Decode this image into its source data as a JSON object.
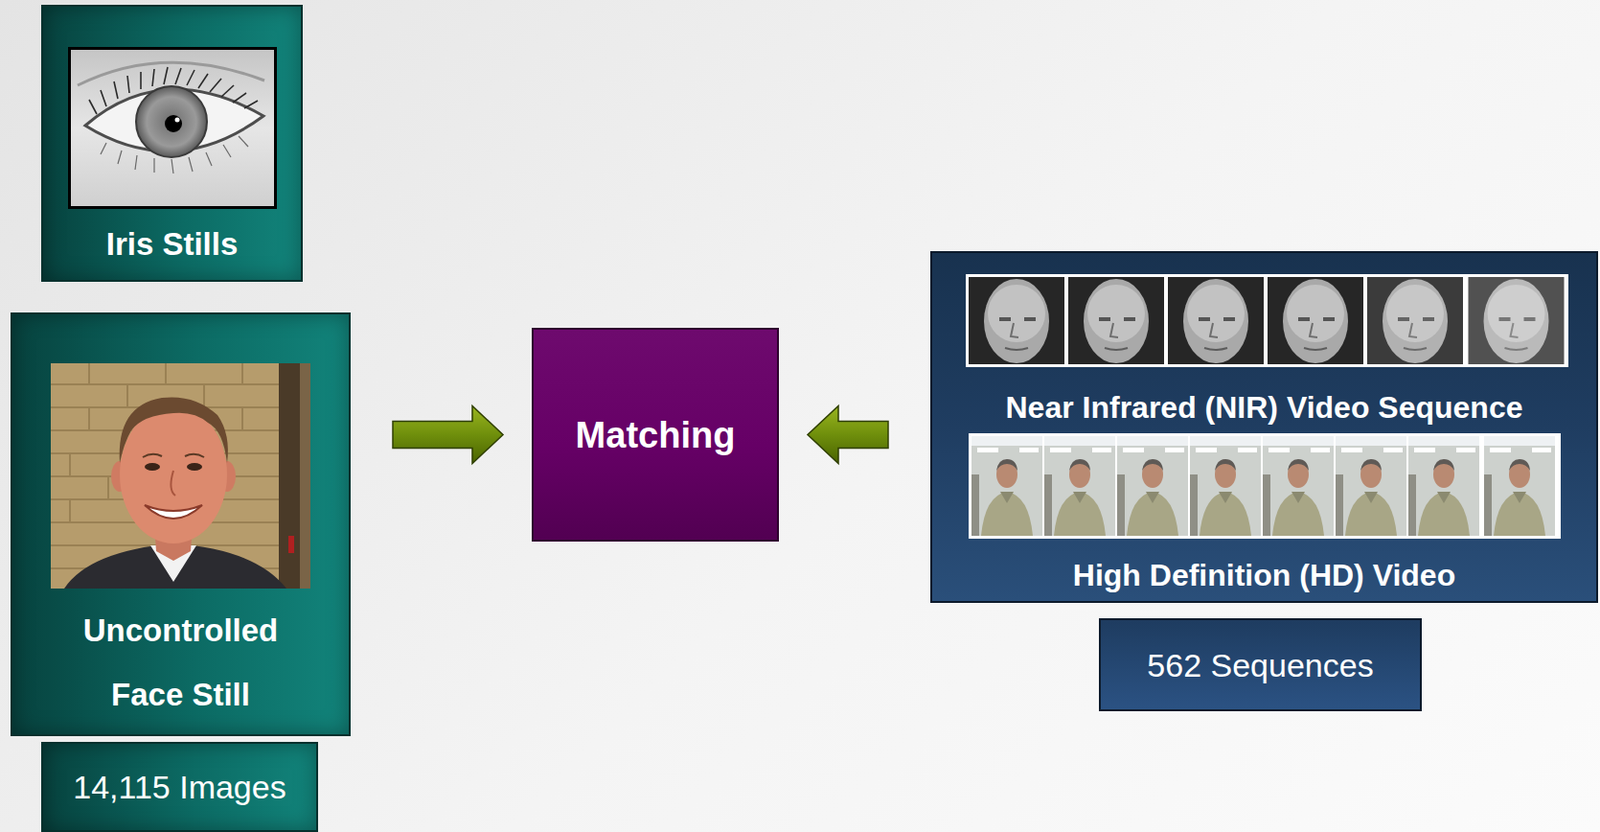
{
  "diagram": {
    "nodes": [
      {
        "text": [
          "Iris Stills"
        ]
      },
      {
        "text": [
          "Uncontrolled Face Still"
        ]
      },
      {
        "text": [
          "14,115 Images"
        ]
      },
      {
        "text": [
          "Matching"
        ]
      },
      {
        "text": [
          "Near Infrared (NIR) Video Sequence",
          "High Definition (HD) Video"
        ]
      },
      {
        "text": [
          "562 Sequences"
        ]
      }
    ],
    "edges": [
      {
        "from": 1,
        "to": 3,
        "arrow": "to"
      },
      {
        "from": 4,
        "to": 3,
        "arrow": "to"
      }
    ]
  }
}
